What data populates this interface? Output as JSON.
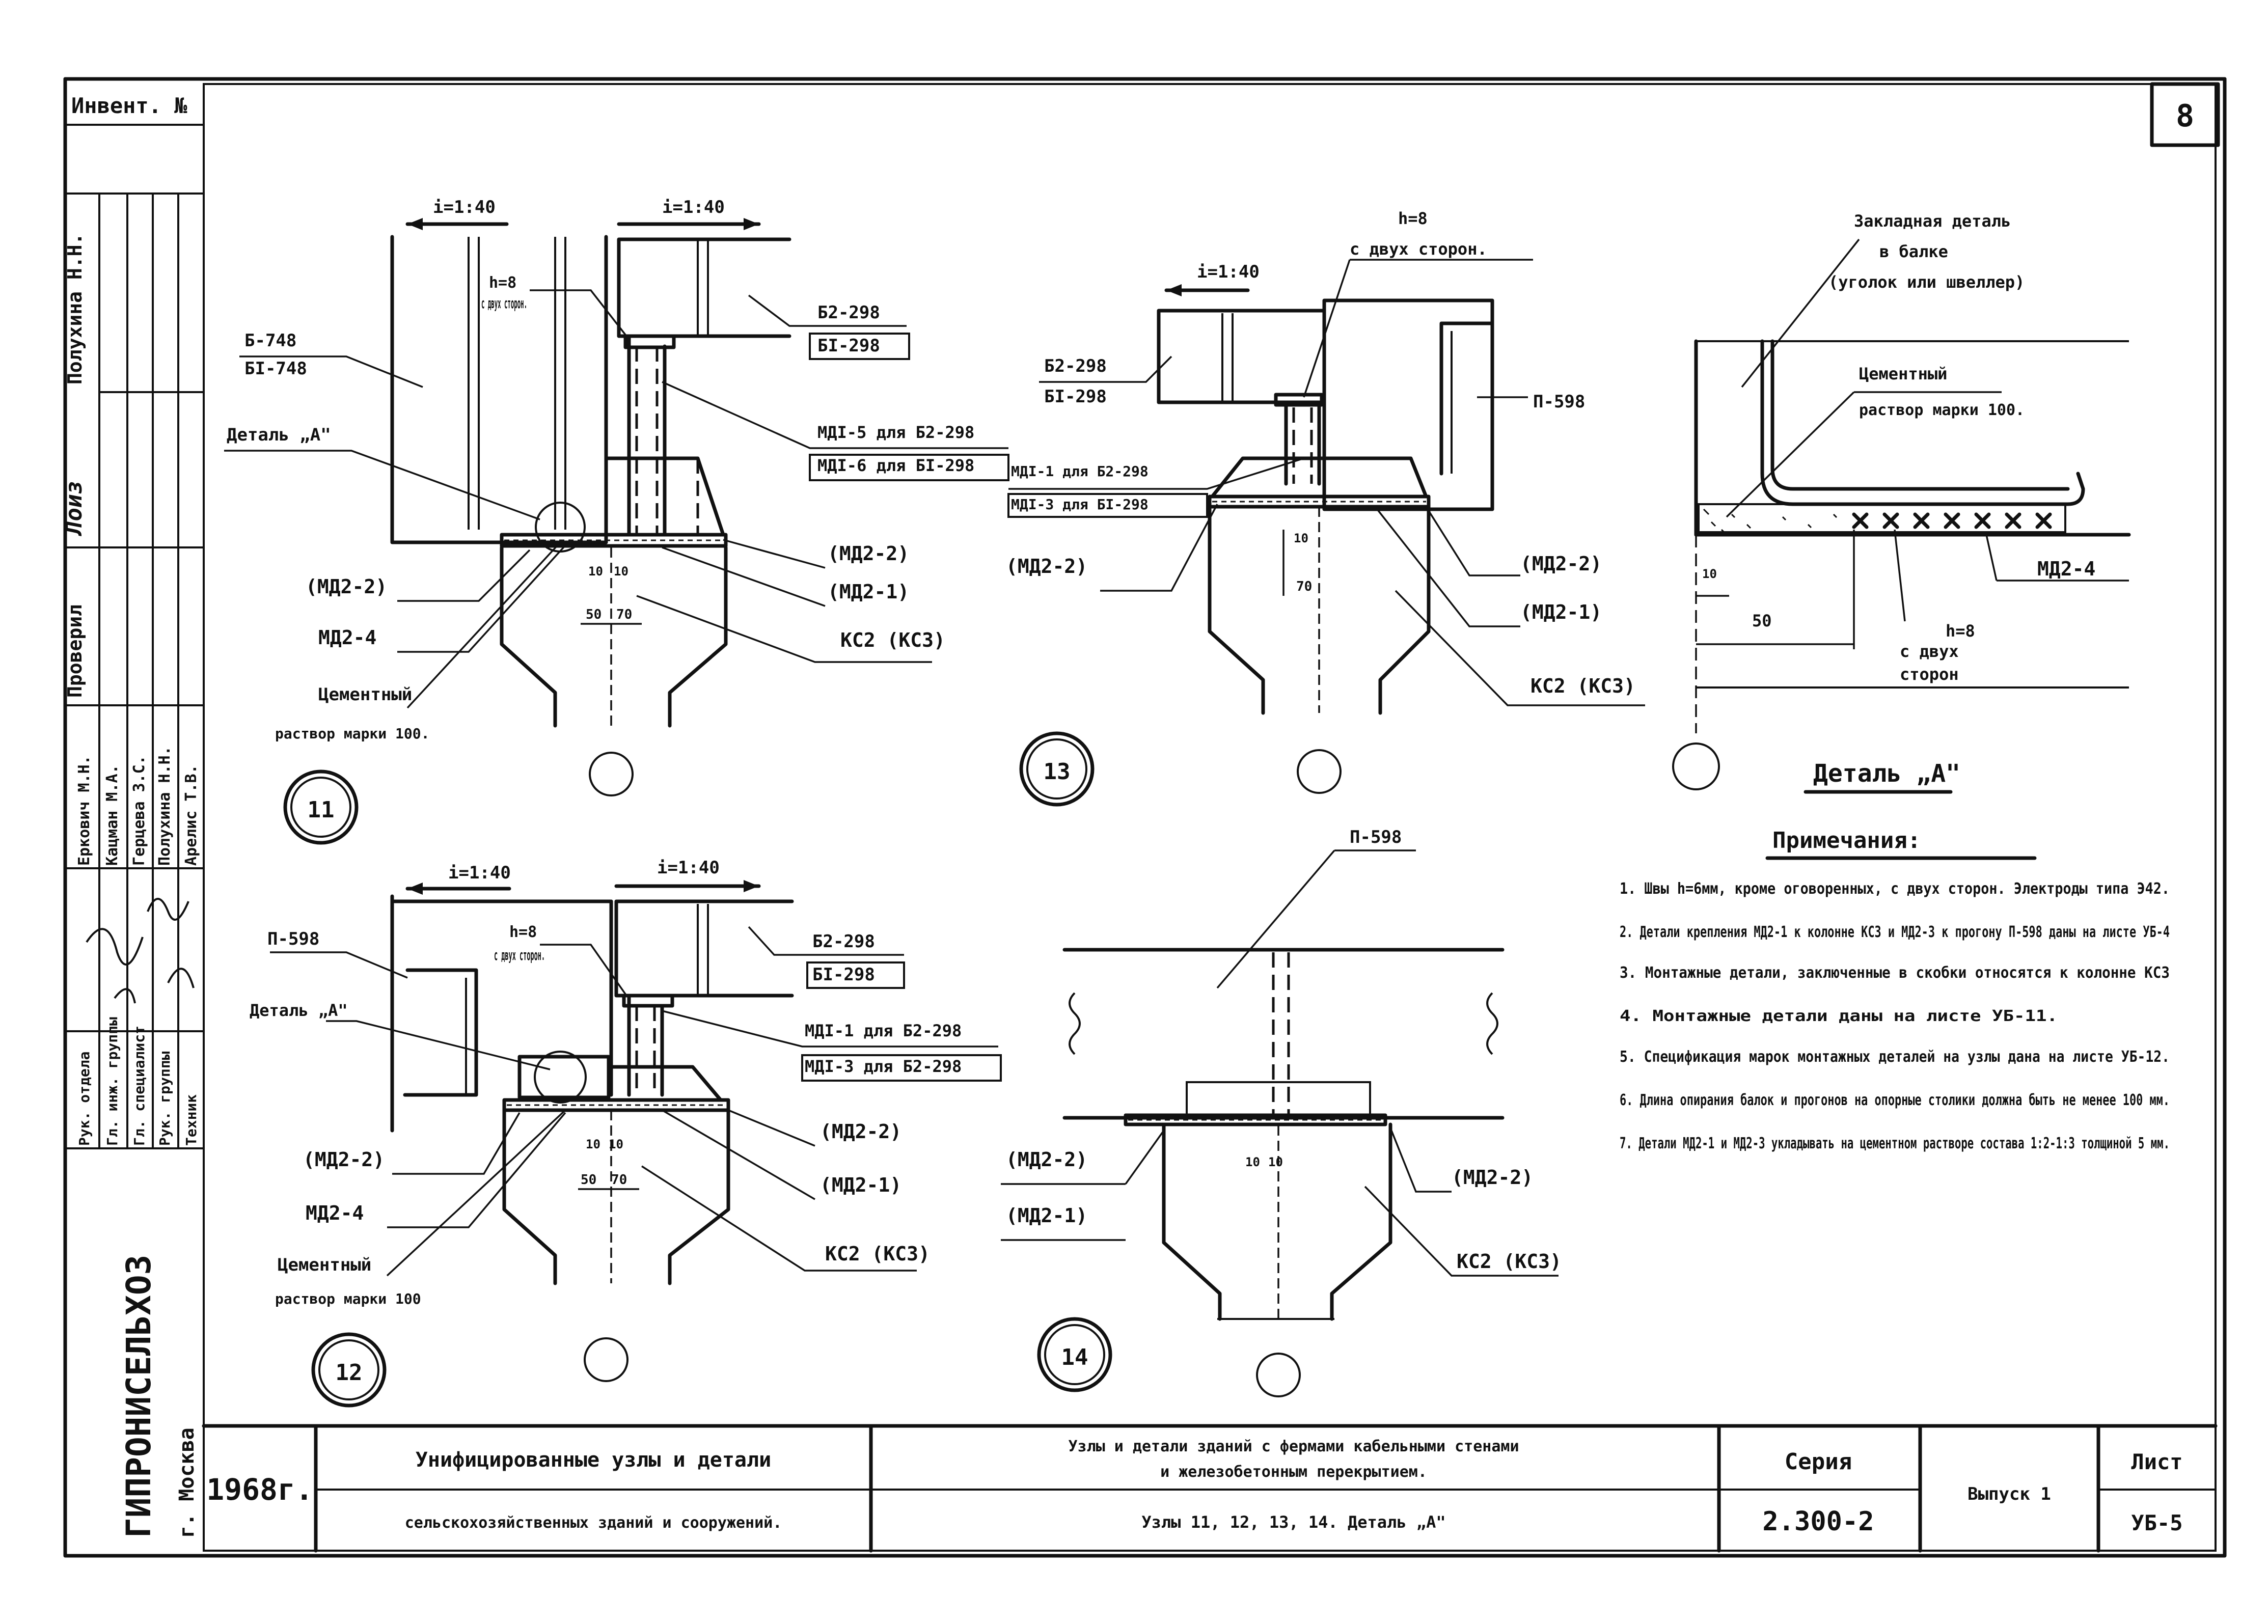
{
  "sheet": {
    "page_number": "8"
  },
  "side_stamp": {
    "inv_no": "Инвент. №",
    "rows": [
      "Полухина Н.Н.",
      "Проверил"
    ],
    "signature_text": "Лоиз",
    "staff": [
      "Еркович М.Н.",
      "Кацман М.А.",
      "Герцева З.С.",
      "Полухина Н.Н.",
      "Арелис Т.В."
    ],
    "roles": [
      "Рук. отдела",
      "Гл. инж. группы",
      "Гл. специалист",
      "Рук. группы",
      "Техник"
    ],
    "org": "ГИПРОНИСЕЛЬХОЗ",
    "city": "г. Москва"
  },
  "title_block": {
    "year": "1968г.",
    "project_line1": "Унифицированные узлы и детали",
    "project_line2": "сельскохозяйственных зданий и сооружений.",
    "sheet_title_line1": "Узлы и детали зданий с фермами кабельными стенами",
    "sheet_title_line2": "и железобетонным перекрытием.",
    "sheet_subtitle": "Узлы 11, 12, 13, 14. Деталь „А\"",
    "series_label": "Серия",
    "series_value": "2.300-2",
    "issue": "Выпуск 1",
    "sheet_label": "Лист",
    "sheet_value": "УБ-5"
  },
  "node11": {
    "slope_left": "i=1:40",
    "slope_right": "i=1:40",
    "beam_left_1": "Б-748",
    "beam_left_2": "БI-748",
    "beam_right_1": "Б2-298",
    "beam_right_2": "БI-298",
    "weld": "h=8",
    "weld_note": "с двух сторон.",
    "part_md1_a": "МДI-5 для Б2-298",
    "part_md1_b": "МДI-6 для БI-298",
    "detail_ref": "Деталь „А\"",
    "md22_left": "(МД2-2)",
    "md22_right": "(МД2-2)",
    "md21": "(МД2-1)",
    "md24": "МД2-4",
    "column": "КС2 (КС3)",
    "dim_a": "10",
    "dim_b": "10",
    "dim_c": "50",
    "dim_d": "70",
    "mortar_1": "Цементный",
    "mortar_2": "раствор марки 100.",
    "node_label": "11"
  },
  "node13": {
    "slope": "i=1:40",
    "weld": "h=8",
    "weld_note": "с двух сторон.",
    "beam_1": "Б2-298",
    "beam_2": "БI-298",
    "purlin": "П-598",
    "part_md1_a": "МДI-1 для Б2-298",
    "part_md1_b": "МДI-3 для БI-298",
    "md22_left": "(МД2-2)",
    "md22_right": "(МД2-2)",
    "md21": "(МД2-1)",
    "column": "КС2 (КС3)",
    "dim_a": "10",
    "dim_b": "70",
    "node_label": "13"
  },
  "detail_a": {
    "embedded_1": "Закладная деталь",
    "embedded_2": "в балке",
    "embedded_3": "(уголок или швеллер)",
    "mortar_1": "Цементный",
    "mortar_2": "раствор марки 100.",
    "dim_10": "10",
    "dim_50": "50",
    "weld": "h=8",
    "weld_note_1": "с двух",
    "weld_note_2": "сторон",
    "md24": "МД2-4",
    "title": "Деталь „А\""
  },
  "notes": {
    "title": "Примечания:",
    "items": [
      "1. Швы h=6мм, кроме оговоренных, с двух сторон. Электроды типа Э42.",
      "2. Детали крепления МД2-1 к колонне КС3 и МД2-3 к прогону П-598 даны на листе УБ-4",
      "3. Монтажные детали, заключенные в скобки относятся к колонне КС3",
      "4. Монтажные детали даны на листе УБ-11.",
      "5. Спецификация марок монтажных деталей на узлы дана на листе УБ-12.",
      "6. Длина опирания балок и прогонов на опорные столики должна быть не менее 100 мм.",
      "7. Детали МД2-1 и МД2-3 укладывать на цементном растворе состава 1:2-1:3 толщиной 5 мм."
    ]
  },
  "node12": {
    "slope_left": "i=1:40",
    "slope_right": "i=1:40",
    "purlin": "П-598",
    "weld": "h=8",
    "weld_note": "с двух сторон.",
    "beam_1": "Б2-298",
    "beam_2": "БI-298",
    "detail_ref": "Деталь „А\"",
    "part_md1_a": "МДI-1 для Б2-298",
    "part_md1_b": "МДI-3 для Б2-298",
    "md22_left": "(МД2-2)",
    "md22_right": "(МД2-2)",
    "md21": "(МД2-1)",
    "md24": "МД2-4",
    "column": "КС2 (КС3)",
    "dim_a": "10",
    "dim_b": "10",
    "dim_c": "50",
    "dim_d": "70",
    "mortar_1": "Цементный",
    "mortar_2": "раствор марки 100",
    "node_label": "12"
  },
  "node14": {
    "purlin": "П-598",
    "md22": "(МД2-2)",
    "md22_left": "(МД2-2)",
    "md21": "(МД2-1)",
    "column": "КС2 (КС3)",
    "dim_a": "10",
    "dim_b": "10",
    "node_label": "14"
  }
}
